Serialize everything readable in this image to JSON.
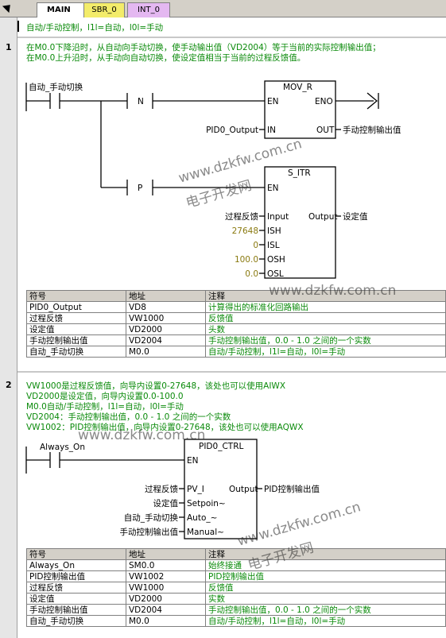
{
  "tabs": [
    {
      "label": "MAIN",
      "close": "×"
    },
    {
      "label": "SBR_0"
    },
    {
      "label": "INT_0"
    }
  ],
  "title_comment": "自动/手动控制，l1l=自动，l0l=手动",
  "network1": {
    "number": "1",
    "comment_lines": [
      "在M0.0下降沿时，从自动向手动切换，使手动输出值（VD2004）等于当前的实际控制输出值；",
      "在M0.0上升沿时，从手动向自动切换，使设定值相当于当前的过程反馈值。"
    ],
    "contact_label": "自动_手动切换",
    "edge_n": "N",
    "edge_p": "P",
    "mov": {
      "title": "MOV_R",
      "en": "EN",
      "eno": "ENO",
      "in": "IN",
      "out": "OUT",
      "in_var": "PID0_Output",
      "out_var": "手动控制输出值"
    },
    "sitr": {
      "title": "S_ITR",
      "en": "EN",
      "output": "Output",
      "output_var": "设定值",
      "pins": [
        {
          "name": "Input",
          "var": "过程反馈",
          "const": false
        },
        {
          "name": "ISH",
          "var": "27648",
          "const": true
        },
        {
          "name": "ISL",
          "var": "0",
          "const": true
        },
        {
          "name": "OSH",
          "var": "100.0",
          "const": true
        },
        {
          "name": "OSL",
          "var": "0.0",
          "const": true
        }
      ]
    },
    "symbols": {
      "headers": [
        "符号",
        "地址",
        "注释"
      ],
      "rows": [
        [
          "PID0_Output",
          "VD8",
          "计算得出的标准化回路输出"
        ],
        [
          "过程反馈",
          "VW1000",
          "反馈值"
        ],
        [
          "设定值",
          "VD2000",
          "头数"
        ],
        [
          "手动控制输出值",
          "VD2004",
          "手动控制输出值，0.0 - 1.0 之间的一个实数"
        ],
        [
          "自动_手动切换",
          "M0.0",
          "自动/手动控制，l1l=自动，l0l=手动"
        ]
      ]
    }
  },
  "network2": {
    "number": "2",
    "comment_lines": [
      "VW1000是过程反馈值，向导内设置0-27648，该处也可以使用AIWX",
      "VD2000是设定值，向导内设置0.0-100.0",
      "M0.0自动/手动控制，l1l=自动，l0l=手动",
      "VD2004：手动控制输出值，0.0 - 1.0 之间的一个实数",
      "VW1002：PID控制输出值，向导内设置0-27648，该处也可以使用AQWX"
    ],
    "contact_label": "Always_On",
    "pid": {
      "title": "PID0_CTRL",
      "en": "EN",
      "output": "Output",
      "output_var": "PID控制输出值",
      "pins": [
        {
          "name": "PV_I",
          "var": "过程反馈"
        },
        {
          "name": "Setpoin~",
          "var": "设定值"
        },
        {
          "name": "Auto_~",
          "var": "自动_手动切换"
        },
        {
          "name": "Manual~",
          "var": "手动控制输出值"
        }
      ]
    },
    "symbols": {
      "headers": [
        "符号",
        "地址",
        "注释"
      ],
      "rows": [
        [
          "Always_On",
          "SM0.0",
          "始终接通"
        ],
        [
          "PID控制输出值",
          "VW1002",
          "PID控制输出值"
        ],
        [
          "过程反馈",
          "VW1000",
          "反馈值"
        ],
        [
          "设定值",
          "VD2000",
          "实数"
        ],
        [
          "手动控制输出值",
          "VD2004",
          "手动控制输出值，0.0 - 1.0 之间的一个实数"
        ],
        [
          "自动_手动切换",
          "M0.0",
          "自动/手动控制，l1l=自动，l0l=手动"
        ]
      ]
    }
  },
  "watermarks": [
    "www.dzkfw.com.cn",
    "电子开发网",
    "www.dzkfw.com.cn",
    "www.dzkfw.com.cn",
    "www.dzkfw.com.cn",
    "电子开发网"
  ],
  "colors": {
    "comment": "#0a8a0a",
    "constant": "#8a7a10",
    "sbr_tab": "#f3ec6a",
    "int_tab": "#e4b8f1"
  }
}
